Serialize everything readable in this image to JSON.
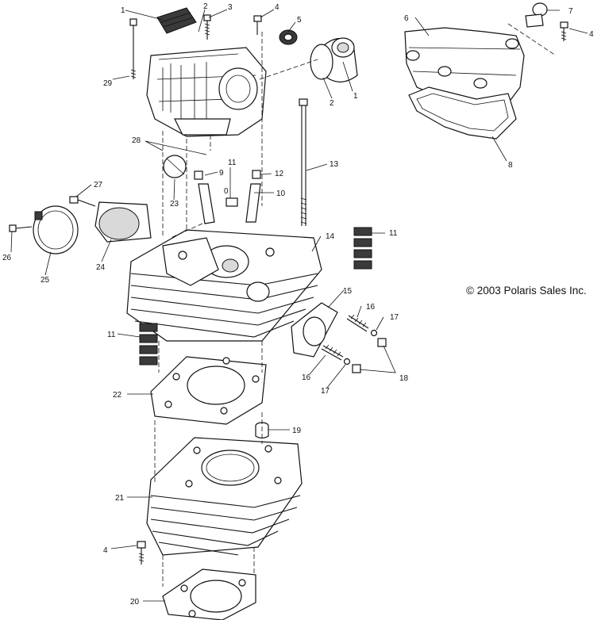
{
  "copyright": "© 2003 Polaris Sales Inc.",
  "callouts": [
    "1",
    "2",
    "3",
    "4",
    "5",
    "1",
    "2",
    "6",
    "7",
    "4",
    "8",
    "28",
    "29",
    "23",
    "9",
    "11",
    "0",
    "12",
    "10",
    "13",
    "27",
    "26",
    "25",
    "24",
    "14",
    "11",
    "15",
    "16",
    "17",
    "11",
    "16",
    "17",
    "18",
    "22",
    "19",
    "21",
    "4",
    "20"
  ]
}
